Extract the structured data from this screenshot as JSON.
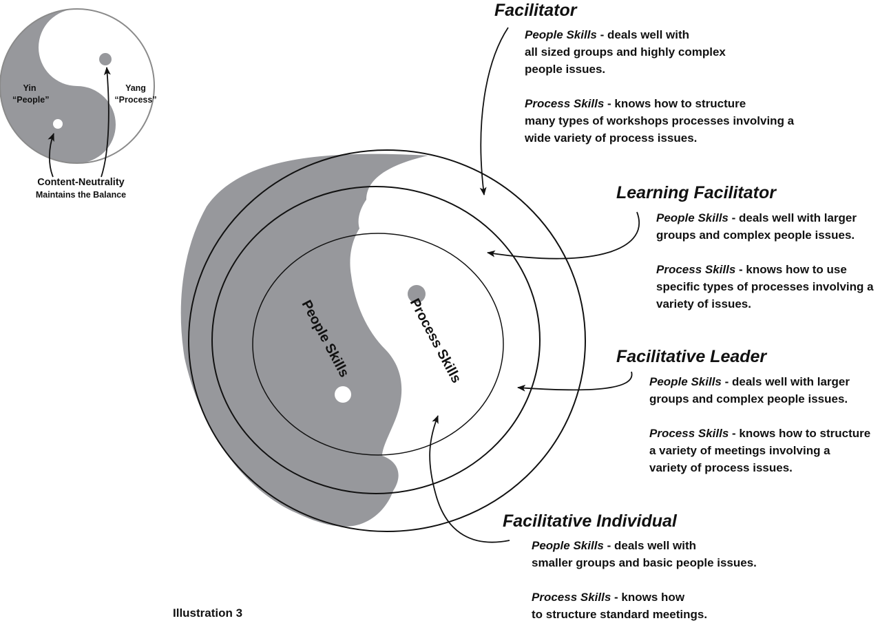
{
  "legend": {
    "yin": "Yin",
    "yin_sub": "“People”",
    "yang": "Yang",
    "yang_sub": "“Process”",
    "content_neutrality": "Content-Neutrality",
    "maintains_balance": "Maintains the Balance"
  },
  "center": {
    "people_skills": "People Skills",
    "process_skills": "Process Skills"
  },
  "levels": [
    {
      "title": "Facilitator",
      "people_term": "People Skills",
      "people_desc_1": " - deals well with",
      "people_desc_2": "all sized groups and highly complex",
      "people_desc_3": "people issues.",
      "process_term": "Process Skills",
      "process_desc_1": " - knows how to structure",
      "process_desc_2": "many types of workshops processes involving a",
      "process_desc_3": "wide variety of process issues."
    },
    {
      "title": "Learning Facilitator",
      "people_term": "People Skills",
      "people_desc_1": " - deals well with larger",
      "people_desc_2": "groups and complex people issues.",
      "process_term": "Process Skills",
      "process_desc_1": " - knows how to use",
      "process_desc_2": "specific types of processes involving a",
      "process_desc_3": "variety of issues."
    },
    {
      "title": "Facilitative Leader",
      "people_term": "People Skills",
      "people_desc_1": " - deals well with larger",
      "people_desc_2": "groups and complex people issues.",
      "process_term": "Process Skills",
      "process_desc_1": " - knows how to structure",
      "process_desc_2": "a variety of meetings involving a",
      "process_desc_3": "variety of process issues."
    },
    {
      "title": "Facilitative Individual",
      "people_term": "People Skills",
      "people_desc_1": " - deals well with",
      "people_desc_2": "smaller groups and basic people issues.",
      "process_term": "Process Skills",
      "process_desc_1": " - knows how",
      "process_desc_2": "to structure standard meetings."
    }
  ],
  "caption": "Illustration 3",
  "colors": {
    "yin_gray": "#97989c",
    "line": "#111111",
    "small_outline": "#8a8a8a"
  }
}
